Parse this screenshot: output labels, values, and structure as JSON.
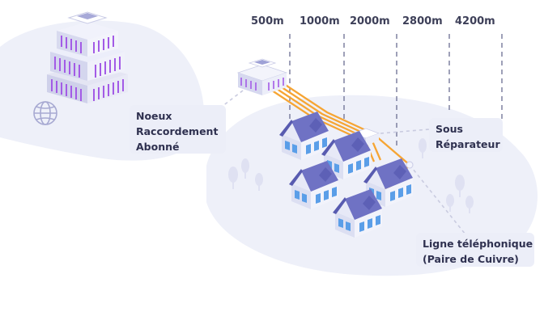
{
  "distances": [
    "500m",
    "1000m",
    "2000m",
    "2800m",
    "4200m"
  ],
  "labels": {
    "nra": [
      "Noeux",
      "Raccordement",
      "Abonné"
    ],
    "sous_repartiteur": [
      "Sous",
      "Réparateur"
    ],
    "ligne": [
      "Ligne téléphonique",
      "(Paire de Cuivre)"
    ]
  },
  "icons": {
    "central_office": "server-building-icon",
    "globe": "globe-icon",
    "nra_node": "network-node-icon",
    "sub_distributor": "cabinet-icon",
    "houses": "house-icon",
    "trees": "tree-icon"
  },
  "colors": {
    "fiber": "#a35be6",
    "fiber_pink": "#e04eb2",
    "copper": "#f6a534",
    "blob": "#eef0f9",
    "house_roof": "#6f72c4",
    "house_wall": "#f2f3fb",
    "window": "#5a9ee8",
    "text": "#2f3150"
  }
}
